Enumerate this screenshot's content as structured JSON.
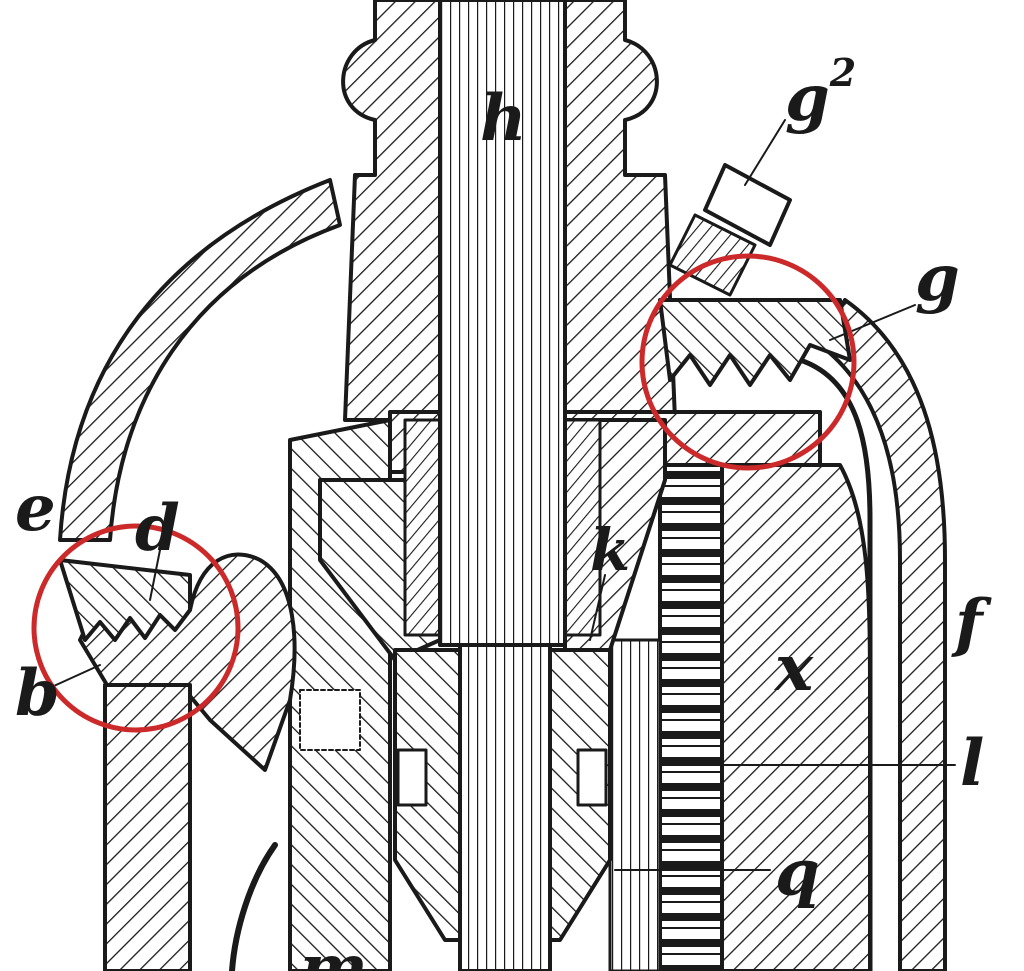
{
  "labels": {
    "h": "h",
    "g2_base": "g",
    "g2_sup": "2",
    "g": "g",
    "e": "e",
    "d": "d",
    "k": "k",
    "b": "b",
    "f": "f",
    "x": "x",
    "l": "l",
    "q": "q",
    "m": "m"
  },
  "colors": {
    "ink": "#1a1a1a",
    "highlight": "#cc2a2a",
    "paper": "#ffffff"
  }
}
